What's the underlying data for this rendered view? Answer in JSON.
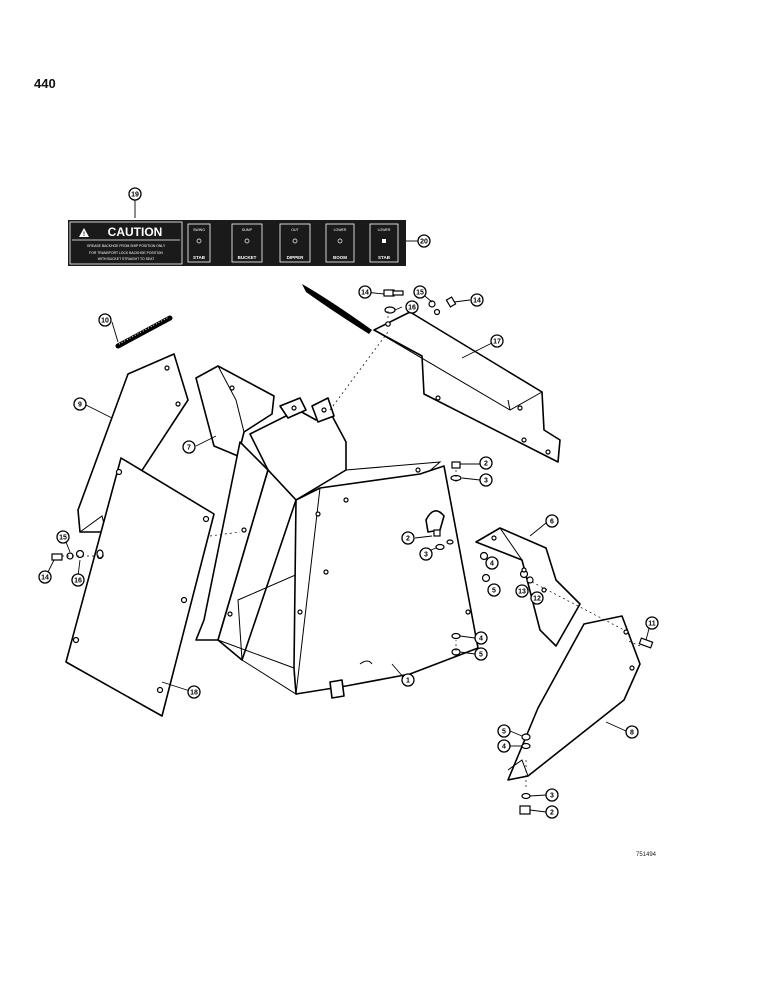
{
  "page_number": "440",
  "drawing_number": "751494",
  "caution_decal": {
    "heading": "CAUTION",
    "line1": "GREASE BACKHOE FROM SHIP POSITION ONLY",
    "line2": "FOR TRANSPORT LOCK BACKHOE POSITION",
    "line3": "WITH BUCKET STRAIGHT TO SEAT"
  },
  "control_decal": [
    {
      "top": "SWING",
      "bottom": "STAB"
    },
    {
      "top": "DUMP",
      "bottom": "BUCKET"
    },
    {
      "top": "OUT",
      "bottom": "DIPPER"
    },
    {
      "top": "LOWER",
      "bottom": "BOOM"
    },
    {
      "top": "LOWER",
      "bottom": "STAB"
    }
  ],
  "callouts": [
    "1",
    "2",
    "3",
    "4",
    "5",
    "6",
    "7",
    "8",
    "9",
    "10",
    "11",
    "12",
    "13",
    "14",
    "15",
    "16",
    "17",
    "18",
    "19",
    "20"
  ]
}
